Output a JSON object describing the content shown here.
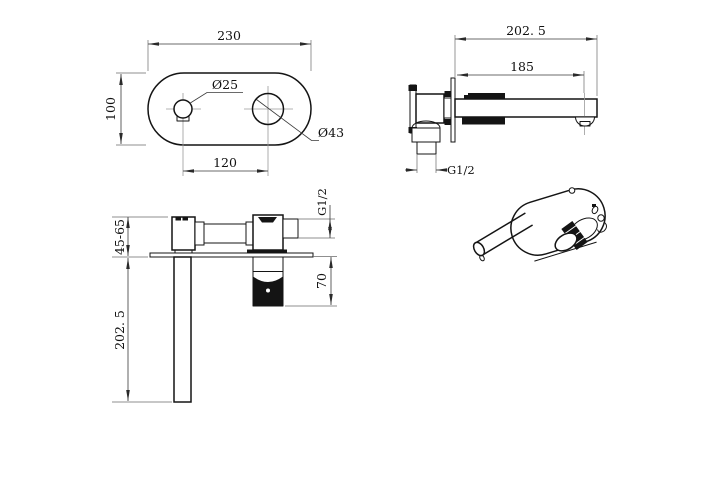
{
  "drawing": {
    "background_color": "#ffffff",
    "line_color": "#141414",
    "views": {
      "plate_face": {
        "width_dim": "230",
        "height_dim": "100",
        "small_hole_dia": "Ø25",
        "large_hole_dia": "Ø43",
        "hole_spacing_dim": "120"
      },
      "side_profile": {
        "overall_reach_dim": "202. 5",
        "spout_outlet_dim": "185",
        "inlet_thread_label": "G1/2"
      },
      "plan_elevation": {
        "wall_depth_range_dim": "45-65",
        "spout_length_dim": "202. 5",
        "handle_length_dim": "70",
        "port_thread_label": "G1/2"
      }
    }
  }
}
